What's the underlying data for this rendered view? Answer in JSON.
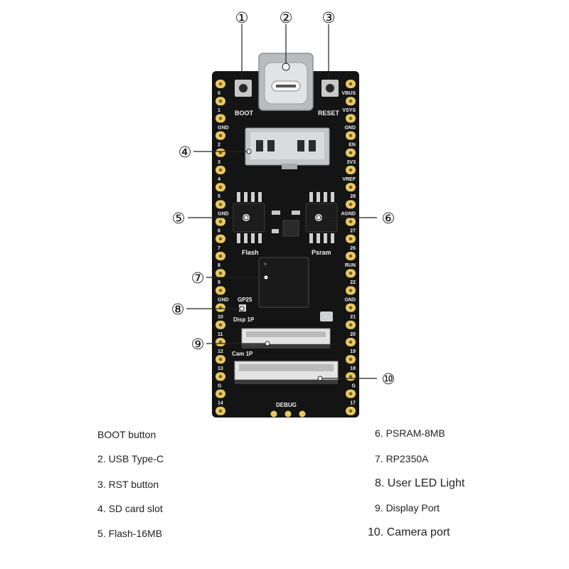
{
  "board": {
    "colors": {
      "pcb": "#141414",
      "pad": "#e8c860",
      "silk": "#f2f2f2",
      "chip": "#1c1c1c",
      "metal": "#c9cbce"
    },
    "top_labels": {
      "boot": "BOOT",
      "reset": "RESET"
    },
    "left_pins": [
      "0",
      "1",
      "GND",
      "2",
      "3",
      "4",
      "5",
      "GND",
      "6",
      "7",
      "8",
      "9",
      "GND",
      "10",
      "11",
      "12",
      "13",
      "G",
      "14",
      "15"
    ],
    "right_pins": [
      "VBUS",
      "VSYS",
      "GND",
      "EN",
      "3V3",
      "VREF",
      "28",
      "AGND",
      "27",
      "26",
      "RUN",
      "22",
      "GND",
      "21",
      "20",
      "19",
      "18",
      "G",
      "17",
      "16"
    ],
    "chip_labels": {
      "flash": "Flash",
      "psram": "Psram",
      "gp25": "GP25",
      "disp": "Disp 1P",
      "cam": "Cam 1P",
      "debug": "DEBUG"
    }
  },
  "callouts": [
    "①",
    "②",
    "③",
    "④",
    "⑤",
    "⑥",
    "⑦",
    "⑧",
    "⑨",
    "⑩"
  ],
  "legend": {
    "left": [
      "BOOT button",
      "2. USB Type-C",
      "3. RST button",
      "4. SD card slot",
      "5. Flash-16MB"
    ],
    "right": [
      "6. PSRAM-8MB",
      "7. RP2350A",
      "8. User LED Light",
      "9. Display Port",
      "10. Camera port"
    ]
  }
}
